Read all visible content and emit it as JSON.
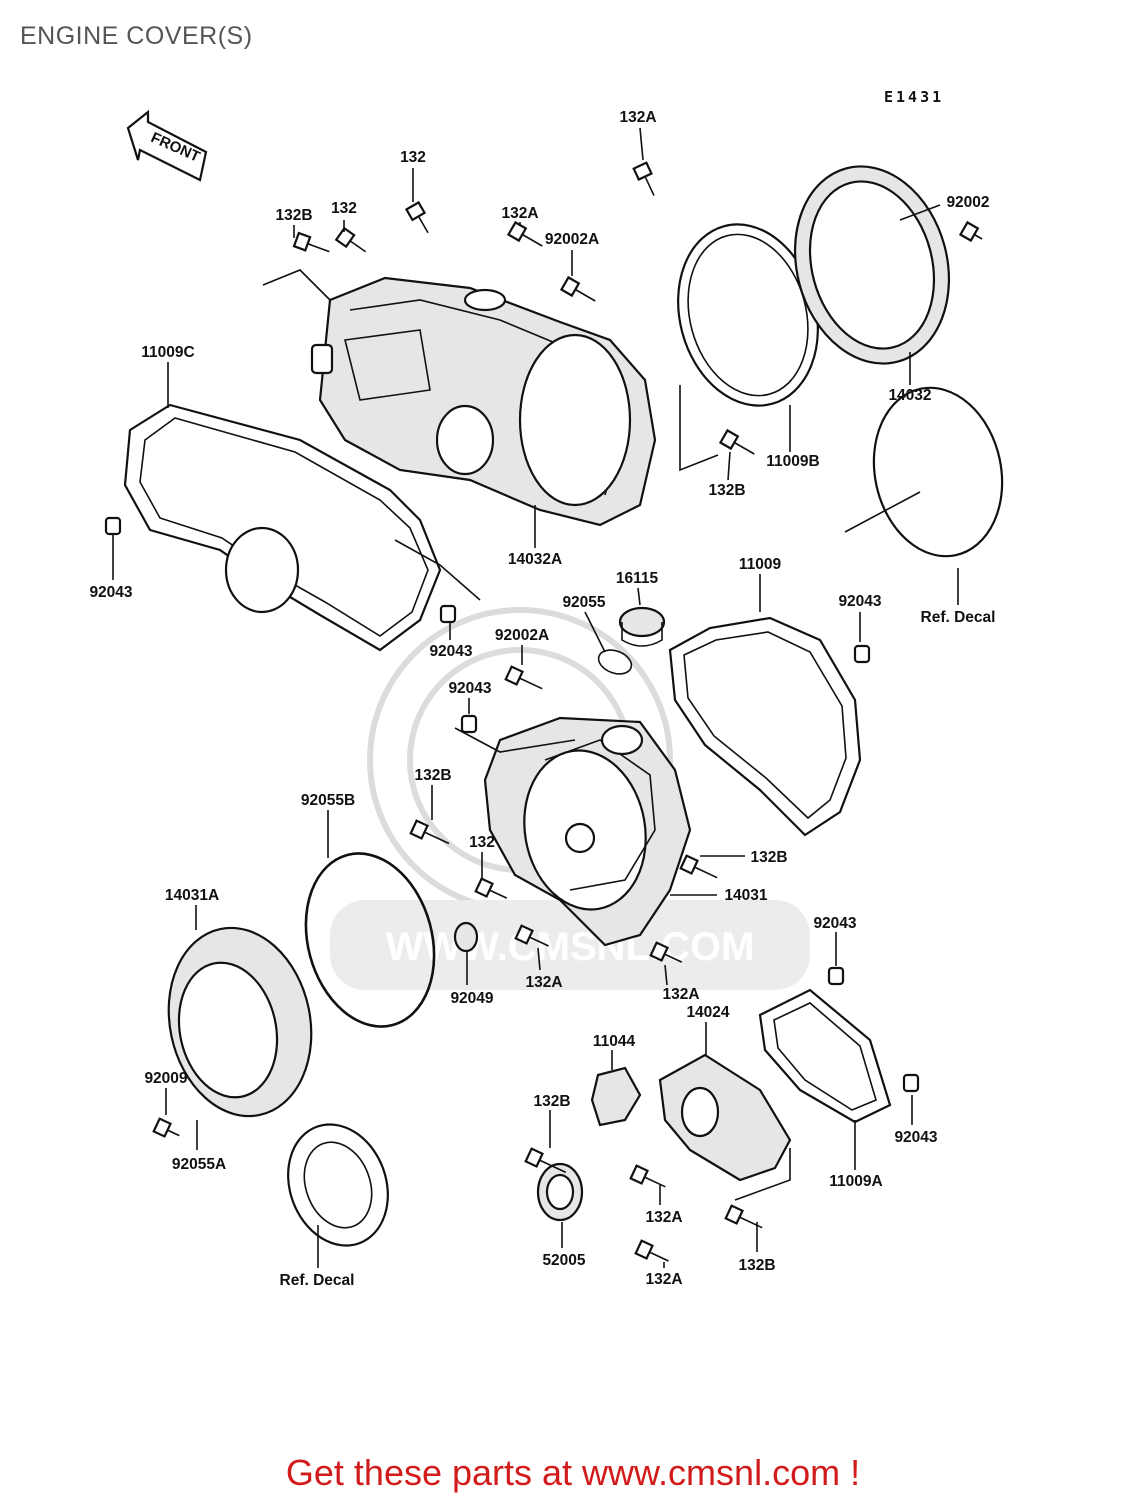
{
  "title": "ENGINE COVER(S)",
  "diagram_code": "E1431",
  "front_arrow_label": "FRONT",
  "watermark": "WWW.CMSNL.COM",
  "footer": "Get these parts at www.cmsnl.com !",
  "labels": {
    "l01": "132A",
    "l02": "132",
    "l03": "132B",
    "l04": "132",
    "l05": "132A",
    "l06": "92002A",
    "l07": "92002",
    "l08": "14032",
    "l09": "11009C",
    "l10": "11009B",
    "l11": "132B",
    "l12": "92043",
    "l13": "14032A",
    "l14": "16115",
    "l15": "11009",
    "l16": "92043",
    "l17": "92055",
    "l18": "Ref. Decal",
    "l19": "92043",
    "l20": "92002A",
    "l21": "92043",
    "l22": "132B",
    "l23": "92055B",
    "l24": "132B",
    "l25": "132",
    "l26": "14031",
    "l27": "14031A",
    "l28": "92043",
    "l29": "92049",
    "l30": "132A",
    "l31": "132A",
    "l32": "14024",
    "l33": "11044",
    "l34": "92009",
    "l35": "132B",
    "l36": "92043",
    "l37": "92055A",
    "l38": "11009A",
    "l39": "132A",
    "l40": "52005",
    "l41": "132A",
    "l42": "132B",
    "l43": "Ref. Decal"
  }
}
